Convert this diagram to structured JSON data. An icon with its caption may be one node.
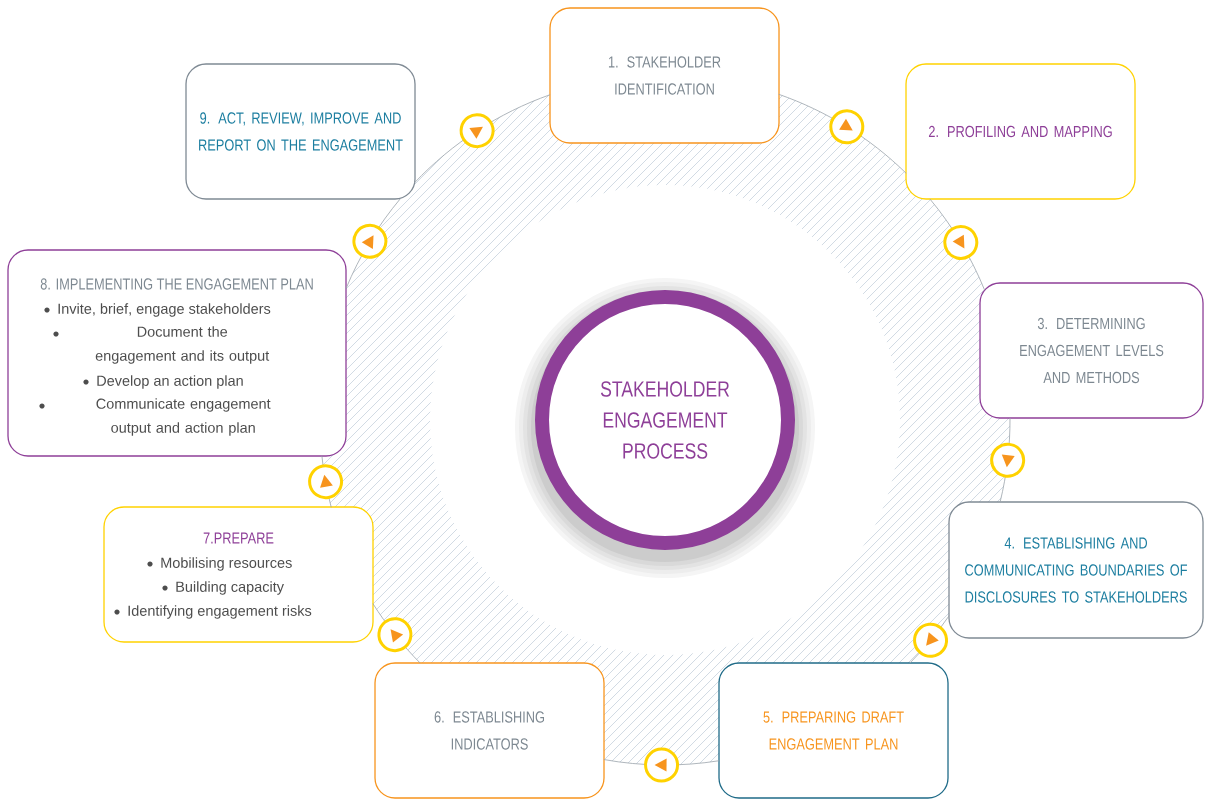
{
  "diagram": {
    "nodes": [
      {
        "text": [
          "1. STAKEHOLDER IDENTIFICATION"
        ]
      },
      {
        "text": [
          "2. PROFILING AND MAPPING"
        ]
      },
      {
        "text": [
          "3. DETERMINING ENGAGEMENT LEVELS AND METHODS"
        ]
      },
      {
        "text": [
          "4. ESTABLISHING AND COMMUNICATING BOUNDARIES OF DISCLOSURES TO STAKEHOLDERS"
        ]
      },
      {
        "text": [
          "5. PREPARING DRAFT ENGAGEMENT PLAN"
        ]
      },
      {
        "text": [
          "6. ESTABLISHING INDICATORS"
        ]
      },
      {
        "text": [
          "7.PREPARE",
          "Mobilising resources",
          "Building capacity",
          "Identifying engagement risks"
        ]
      },
      {
        "text": [
          "8. IMPLEMENTING THE ENGAGEMENT PLAN",
          "Invite, brief, engage stakeholders",
          "Document the engagement and its output",
          "Develop an action plan",
          "Communicate engagement output and action plan"
        ]
      },
      {
        "text": [
          "9. ACT, REVIEW, IMPROVE AND REPORT ON THE ENGAGEMENT"
        ]
      },
      {
        "text": [
          "STAKEHOLDER ENGAGEMENT PROCESS"
        ]
      }
    ],
    "edges": [
      {
        "from": 0,
        "to": 1,
        "arrow": "to"
      },
      {
        "from": 1,
        "to": 2,
        "arrow": "to"
      },
      {
        "from": 2,
        "to": 3,
        "arrow": "to"
      },
      {
        "from": 3,
        "to": 4,
        "arrow": "to"
      },
      {
        "from": 4,
        "to": 5,
        "arrow": "to"
      },
      {
        "from": 5,
        "to": 6,
        "arrow": "to"
      },
      {
        "from": 6,
        "to": 7,
        "arrow": "to"
      },
      {
        "from": 7,
        "to": 8,
        "arrow": "to"
      },
      {
        "from": 8,
        "to": 0,
        "arrow": "to"
      }
    ]
  }
}
